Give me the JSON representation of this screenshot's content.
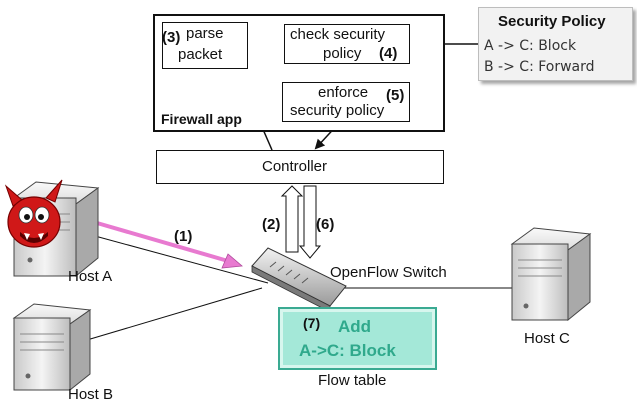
{
  "firewall_app": {
    "title": "Firewall app",
    "parse": {
      "num": "(3)",
      "line1": "parse",
      "line2": "packet"
    },
    "check": {
      "line1": "check security",
      "line2": "policy",
      "num": "(4)"
    },
    "enforce": {
      "line1": "enforce",
      "line2": "security policy",
      "num": "(5)"
    }
  },
  "controller": {
    "label": "Controller"
  },
  "security_policy": {
    "title": "Security Policy",
    "rules": [
      "A -> C: Block",
      "B -> C: Forward"
    ]
  },
  "steps": {
    "s1": "(1)",
    "s2": "(2)",
    "s6": "(6)"
  },
  "switch": {
    "label": "OpenFlow Switch"
  },
  "flow_table": {
    "num": "(7)",
    "line1": "Add",
    "line2": "A->C: Block",
    "caption": "Flow table"
  },
  "hosts": {
    "a": "Host A",
    "b": "Host B",
    "c": "Host C"
  },
  "colors": {
    "flow_fill": "#a4e8d8",
    "flow_text": "#2fa98c",
    "pink_arrow": "#e87ad0",
    "devil_red": "#d01818"
  }
}
